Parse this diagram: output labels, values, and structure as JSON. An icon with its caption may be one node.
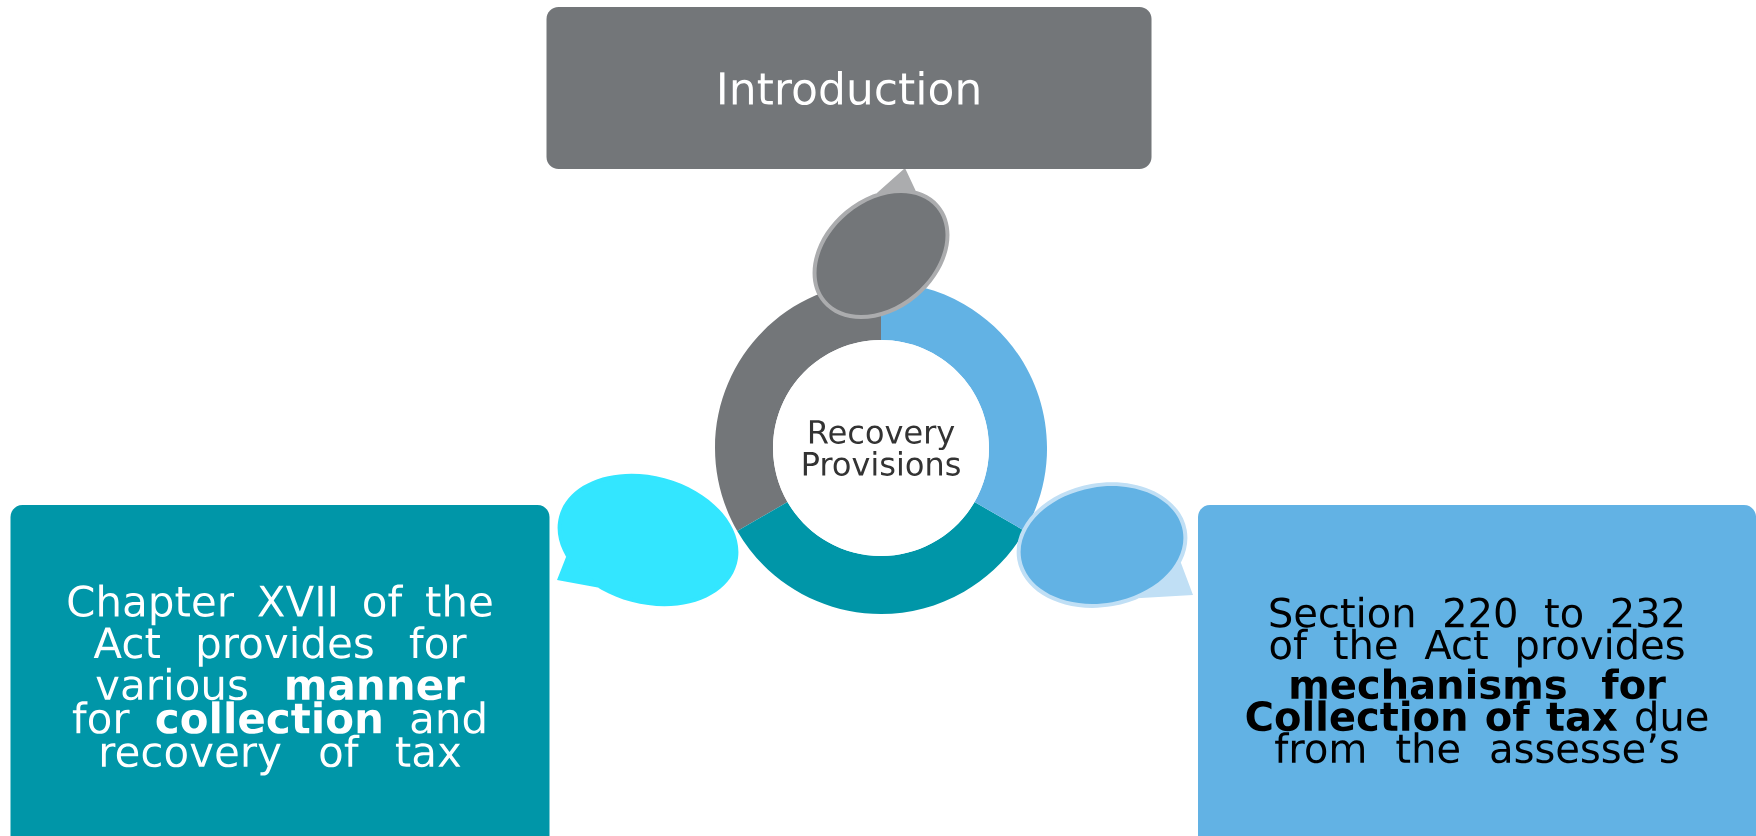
{
  "diagram": {
    "nodes": [
      {
        "text": [
          "Introduction"
        ]
      },
      {
        "text": [
          "Recovery Provisions"
        ]
      },
      {
        "text": [
          "Chapter XVII of the Act provides for various **manner** for **collection** and recovery of tax"
        ]
      },
      {
        "text": [
          "Section 220 to 232 of the Act provides **mechanisms for Collection of tax** due from the assesse’s"
        ]
      }
    ]
  }
}
